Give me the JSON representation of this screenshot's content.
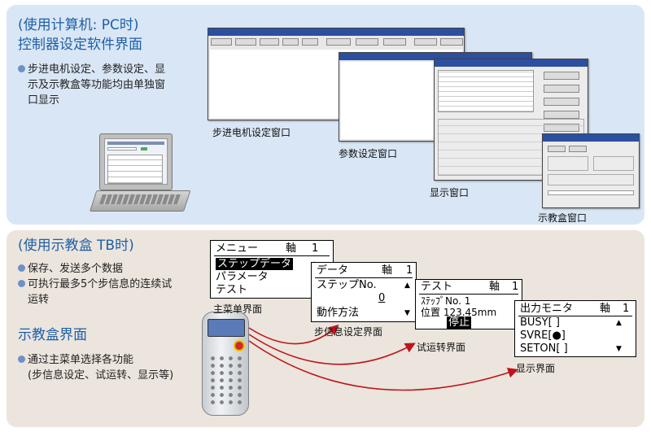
{
  "pc_section": {
    "title_line1": "(使用计算机: PC时)",
    "title_line2": "控制器设定软件界面",
    "bullet_lines": [
      "步进电机设定、参数设定、显",
      "示及示教盒等功能均由单独窗",
      "口显示"
    ],
    "captions": {
      "stepper": "步进电机设定窗口",
      "param": "参数设定窗口",
      "display": "显示窗口",
      "teach": "示教盒窗口"
    }
  },
  "tb_section": {
    "title": "(使用示教盒 TB时)",
    "bullets": [
      [
        "保存、发送多个数据"
      ],
      [
        "可执行最多5个步信息的连续试",
        "运转"
      ]
    ],
    "ui_title": "示教盒界面",
    "ui_bullet_lines": [
      "通过主菜单选择各功能",
      "(步信息设定、试运转、显示等)"
    ],
    "captions": {
      "main": "主菜单界面",
      "step": "步信息设定界面",
      "trial": "试运转界面",
      "display": "显示界面"
    }
  },
  "lcd_main": {
    "title": "メニュー",
    "axis_label": "軸",
    "axis_value": "1",
    "items": [
      "ステップデータ",
      "パラメータ",
      "テスト"
    ],
    "up": "▲",
    "down": "▼"
  },
  "lcd_step": {
    "title": "データ",
    "axis_label": "軸",
    "axis_value": "1",
    "field": "ステップNo.",
    "value": "0",
    "method": "動作方法",
    "up": "▲",
    "down": "▼"
  },
  "lcd_trial": {
    "title": "テスト",
    "axis_label": "軸",
    "axis_value": "1",
    "step": "ｽﾃｯﾌﾟNo.  1",
    "position": "位置  123.45mm",
    "stop": "停止"
  },
  "lcd_display": {
    "title": "出力モニタ",
    "axis_label": "軸",
    "axis_value": "1",
    "lines": [
      "BUSY[  ]",
      "SVRE[●]",
      "SETON[  ]"
    ],
    "up": "▲",
    "down": "▼"
  }
}
